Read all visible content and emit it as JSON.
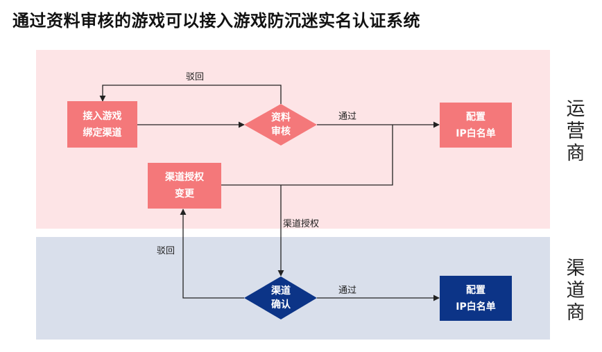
{
  "title": "通过资料审核的游戏可以接入游戏防沉迷实名认证系统",
  "lanes": {
    "operator": "运营商",
    "channel": "渠道商"
  },
  "nodes": {
    "connect_game": "接入游戏\n绑定渠道",
    "review": "资料\n审核",
    "ip_whitelist_op": "配置\nIP白名单",
    "channel_auth_change": "渠道授权\n变更",
    "channel_confirm": "渠道\n确认",
    "ip_whitelist_ch": "配置\nIP白名单"
  },
  "edges": {
    "reject_top": "驳回",
    "pass_top": "通过",
    "channel_auth": "渠道授权",
    "reject_bottom": "驳回",
    "pass_bottom": "通过"
  },
  "colors": {
    "operator_lane": "#fde4e6",
    "channel_lane": "#d9dfeb",
    "operator_node": "#f4787a",
    "channel_node": "#0c3487"
  }
}
